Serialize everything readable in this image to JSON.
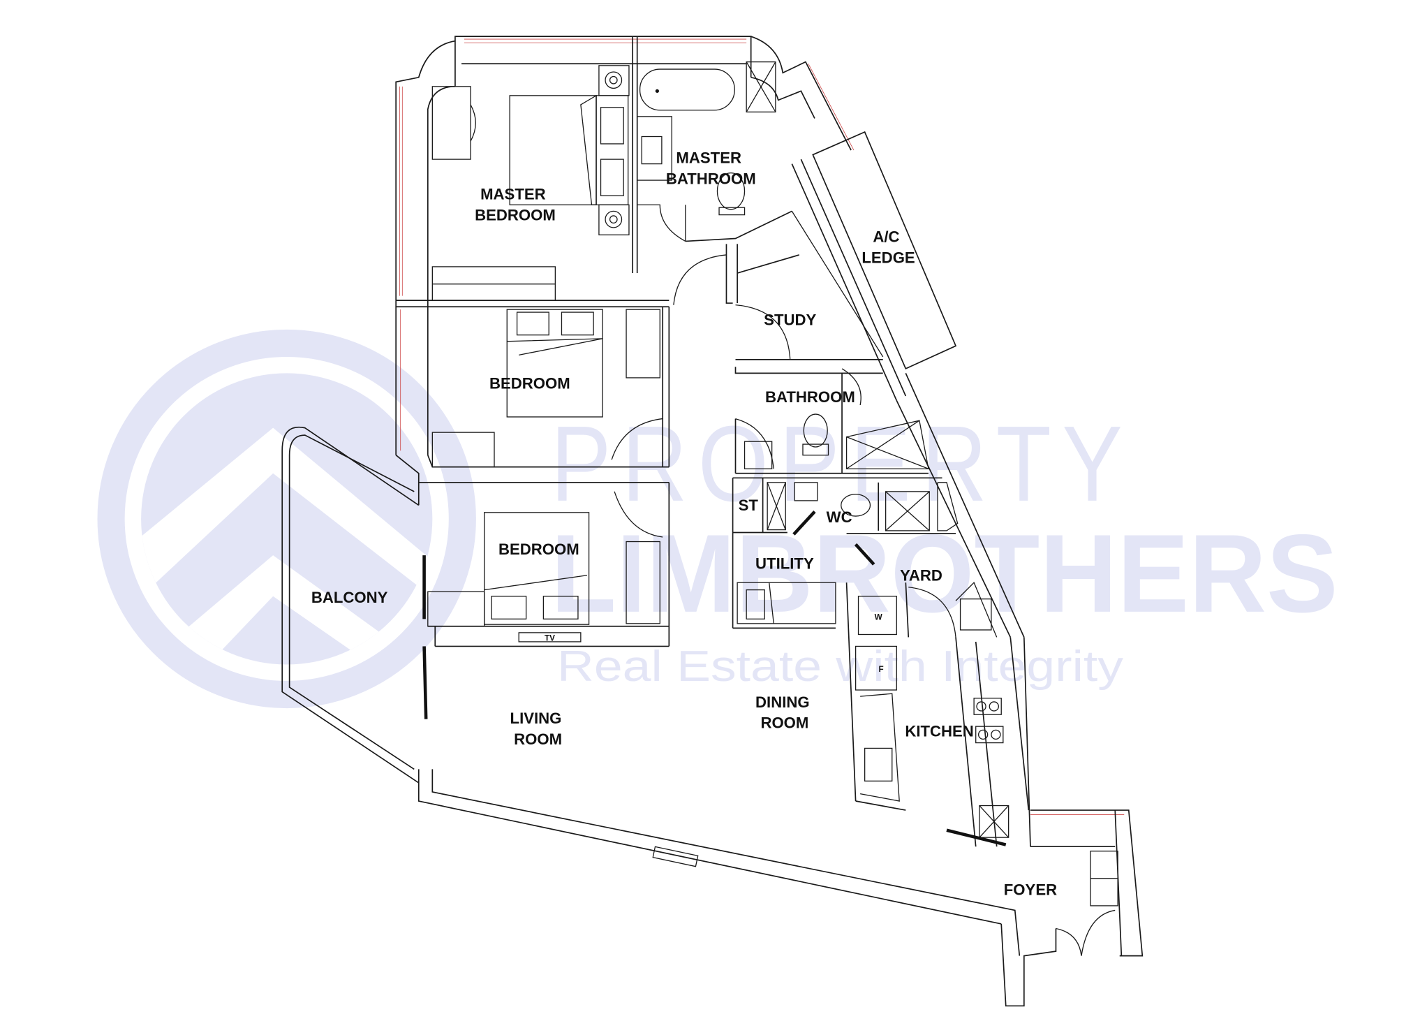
{
  "floorplan": {
    "rooms": [
      {
        "id": "master-bedroom",
        "lines": [
          "MASTER",
          "BEDROOM"
        ]
      },
      {
        "id": "master-bathroom",
        "lines": [
          "MASTER",
          "BATHROOM"
        ]
      },
      {
        "id": "ac-ledge",
        "lines": [
          "A/C",
          "LEDGE"
        ]
      },
      {
        "id": "study",
        "lines": [
          "STUDY"
        ]
      },
      {
        "id": "bedroom-2",
        "lines": [
          "BEDROOM"
        ]
      },
      {
        "id": "bathroom",
        "lines": [
          "BATHROOM"
        ]
      },
      {
        "id": "store",
        "lines": [
          "ST"
        ]
      },
      {
        "id": "wc",
        "lines": [
          "WC"
        ]
      },
      {
        "id": "bedroom-3",
        "lines": [
          "BEDROOM"
        ]
      },
      {
        "id": "utility",
        "lines": [
          "UTILITY"
        ]
      },
      {
        "id": "yard",
        "lines": [
          "YARD"
        ]
      },
      {
        "id": "balcony",
        "lines": [
          "BALCONY"
        ]
      },
      {
        "id": "living-room",
        "lines": [
          "LIVING",
          "ROOM"
        ]
      },
      {
        "id": "dining-room",
        "lines": [
          "DINING",
          "ROOM"
        ]
      },
      {
        "id": "kitchen",
        "lines": [
          "KITCHEN"
        ]
      },
      {
        "id": "foyer",
        "lines": [
          "FOYER"
        ]
      }
    ],
    "appliances": {
      "tv": "TV",
      "washer": "W",
      "fridge": "F"
    }
  },
  "watermark": {
    "line1": "PROPERTY",
    "line2": "LIMBROTHERS",
    "tagline": "Real Estate with Integrity",
    "color": "#e3e5f6"
  }
}
